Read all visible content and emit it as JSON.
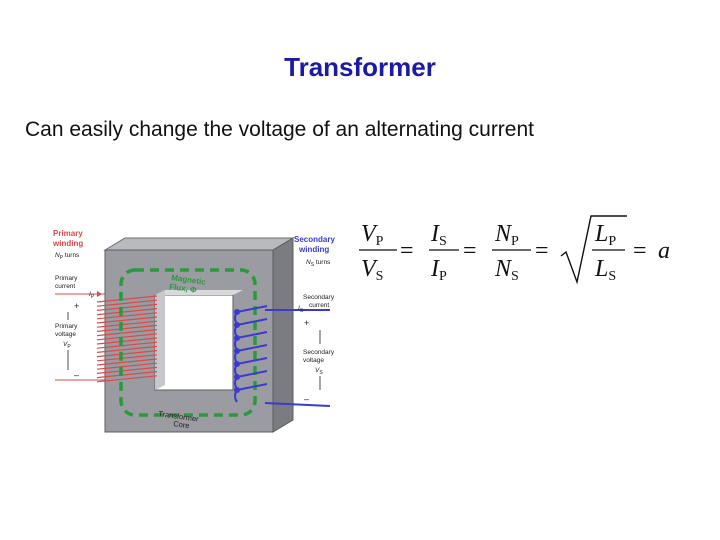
{
  "slide": {
    "title": "Transformer",
    "subtitle": "Can easily change the voltage of an alternating current"
  },
  "diagram": {
    "primary_winding_line1": "Primary",
    "primary_winding_line2": "winding",
    "primary_turns": "N",
    "primary_turns_sub": "P",
    "primary_turns_suffix": " turns",
    "primary_current_line1": "Primary",
    "primary_current_line2": "current",
    "primary_current_symbol": "I",
    "primary_current_sub": "P",
    "primary_voltage_line1": "Primary",
    "primary_voltage_line2": "voltage",
    "primary_voltage_symbol": "V",
    "primary_voltage_sub": "P",
    "secondary_winding_line1": "Secondary",
    "secondary_winding_line2": "winding",
    "secondary_turns": "N",
    "secondary_turns_sub": "S",
    "secondary_turns_suffix": " turns",
    "secondary_current_line1": "Secondary",
    "secondary_current_line2": "current",
    "secondary_current_symbol": "I",
    "secondary_current_sub": "S",
    "secondary_voltage_line1": "Secondary",
    "secondary_voltage_line2": "voltage",
    "secondary_voltage_symbol": "V",
    "secondary_voltage_sub": "S",
    "plus": "+",
    "minus": "–",
    "flux_line1": "Magnetic",
    "flux_line2": "Flux, Φ",
    "core_line1": "Transformer",
    "core_line2": "Core",
    "colors": {
      "primary": "#d94a4a",
      "secondary": "#3a3ad0",
      "flux": "#2a9a3a",
      "core": "#8e9096"
    }
  },
  "formula": {
    "vp": "V",
    "vp_sub": "P",
    "vs": "V",
    "vs_sub": "S",
    "is": "I",
    "is_sub": "S",
    "ip": "I",
    "ip_sub": "P",
    "np": "N",
    "np_sub": "P",
    "ns": "N",
    "ns_sub": "S",
    "lp": "L",
    "lp_sub": "P",
    "ls": "L",
    "ls_sub": "S",
    "eq": "=",
    "a": "a"
  }
}
